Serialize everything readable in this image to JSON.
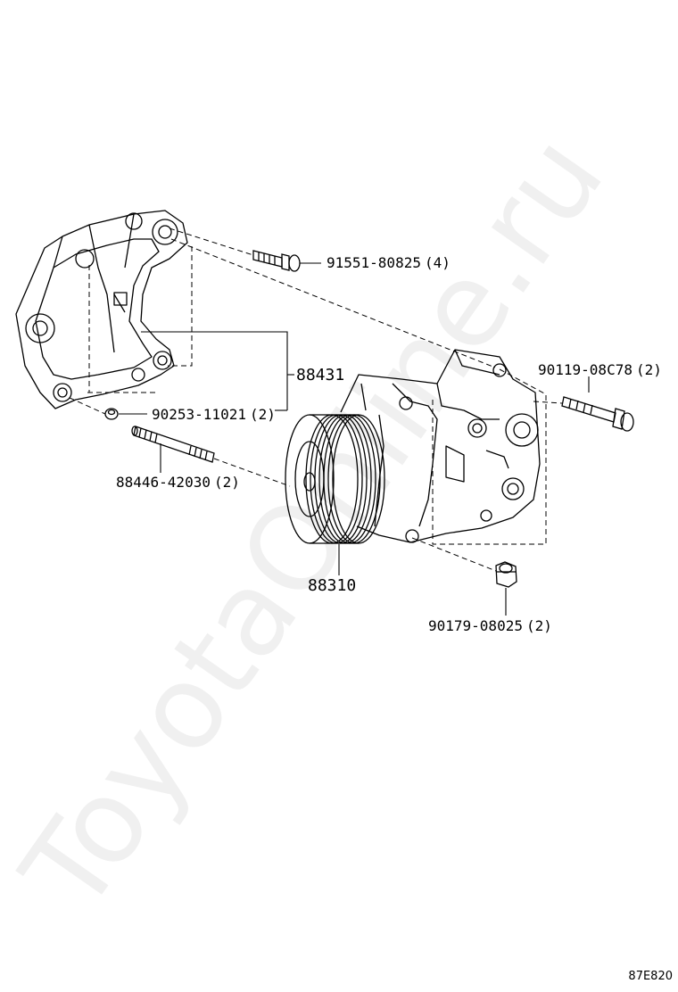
{
  "watermark": "ToyotaOnline.ru",
  "diagram_code": "87E820",
  "parts": [
    {
      "number": "91551-80825",
      "qty": "(4)"
    },
    {
      "number": "88431",
      "qty": ""
    },
    {
      "number": "90119-08C78",
      "qty": "(2)"
    },
    {
      "number": "90253-11021",
      "qty": "(2)"
    },
    {
      "number": "88446-42030",
      "qty": "(2)"
    },
    {
      "number": "88310",
      "qty": ""
    },
    {
      "number": "90179-08025",
      "qty": "(2)"
    }
  ]
}
